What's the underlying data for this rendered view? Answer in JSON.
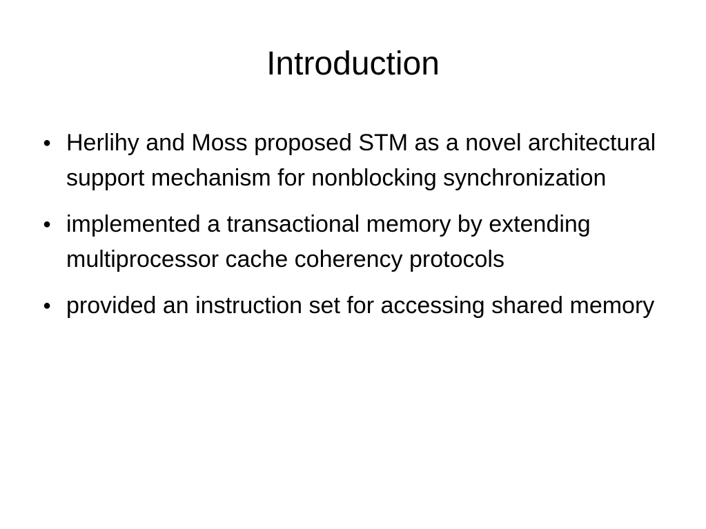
{
  "slide": {
    "title": "Introduction",
    "bullet_glyph": "●",
    "bullets": [
      {
        "text": "Herlihy and Moss proposed STM as a novel architectural support mechanism for nonblocking synchronization"
      },
      {
        "text": "implemented a transactional memory by extending multiprocessor cache coherency protocols"
      },
      {
        "text": "provided an instruction set for accessing shared memory"
      }
    ]
  }
}
